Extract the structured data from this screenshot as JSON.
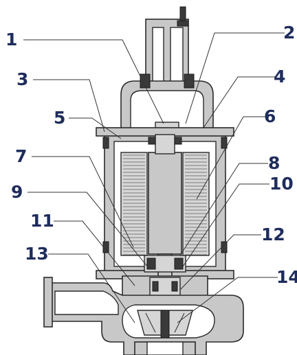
{
  "callouts": [
    {
      "id": "1",
      "label": "1"
    },
    {
      "id": "2",
      "label": "2"
    },
    {
      "id": "3",
      "label": "3"
    },
    {
      "id": "4",
      "label": "4"
    },
    {
      "id": "5",
      "label": "5"
    },
    {
      "id": "6",
      "label": "6"
    },
    {
      "id": "7",
      "label": "7"
    },
    {
      "id": "8",
      "label": "8"
    },
    {
      "id": "9",
      "label": "9"
    },
    {
      "id": "10",
      "label": "10"
    },
    {
      "id": "11",
      "label": "11"
    },
    {
      "id": "12",
      "label": "12"
    },
    {
      "id": "13",
      "label": "13"
    },
    {
      "id": "14",
      "label": "14"
    }
  ],
  "colors": {
    "callout_text": "#1f2d5c",
    "casing": "#c8c8c8",
    "line": "#2a2a2a"
  }
}
